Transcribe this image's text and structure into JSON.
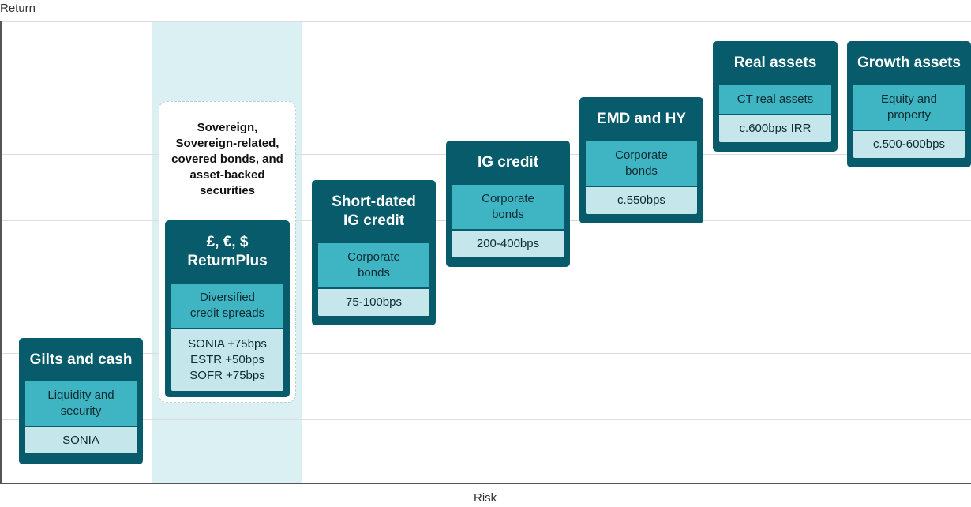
{
  "axes": {
    "y_label": "Return",
    "x_label": "Risk"
  },
  "note": {
    "lines": [
      "Sovereign,",
      "Sovereign-related,",
      "covered bonds, and",
      "asset-backed",
      "securities"
    ]
  },
  "cards": [
    {
      "title_lines": [
        "Gilts and cash"
      ],
      "sub_lines": [
        "Liquidity and",
        "security"
      ],
      "value_lines": [
        "SONIA"
      ]
    },
    {
      "title_lines": [
        "£, €, $",
        "ReturnPlus"
      ],
      "sub_lines": [
        "Diversified",
        "credit spreads"
      ],
      "value_lines": [
        "SONIA +75bps",
        "ESTR +50bps",
        "SOFR +75bps"
      ]
    },
    {
      "title_lines": [
        "Short-dated",
        "IG credit"
      ],
      "sub_lines": [
        "Corporate",
        "bonds"
      ],
      "value_lines": [
        "75-100bps"
      ]
    },
    {
      "title_lines": [
        "IG credit"
      ],
      "sub_lines": [
        "Corporate",
        "bonds"
      ],
      "value_lines": [
        "200-400bps"
      ]
    },
    {
      "title_lines": [
        "EMD and HY"
      ],
      "sub_lines": [
        "Corporate",
        "bonds"
      ],
      "value_lines": [
        "c.550bps"
      ]
    },
    {
      "title_lines": [
        "Real assets"
      ],
      "sub_lines": [
        "CT real assets"
      ],
      "value_lines": [
        "c.600bps IRR"
      ]
    },
    {
      "title_lines": [
        "Growth assets"
      ],
      "sub_lines": [
        "Equity and",
        "property"
      ],
      "value_lines": [
        "c.500-600bps"
      ]
    }
  ]
}
